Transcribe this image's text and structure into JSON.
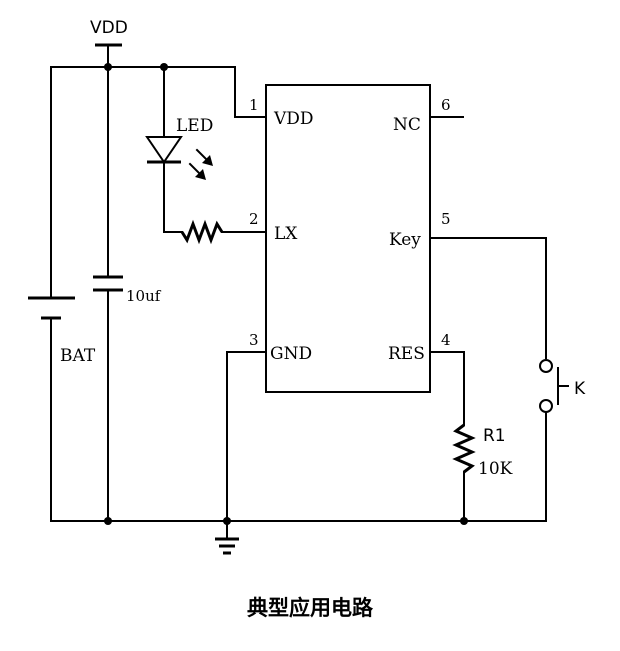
{
  "power": {
    "vdd_label": "VDD"
  },
  "chip": {
    "pins": {
      "p1": {
        "number": "1",
        "name": "VDD"
      },
      "p2": {
        "number": "2",
        "name": "LX"
      },
      "p3": {
        "number": "3",
        "name": "GND"
      },
      "p4": {
        "number": "4",
        "name": "RES"
      },
      "p5": {
        "number": "5",
        "name": "Key"
      },
      "p6": {
        "number": "6",
        "name": "NC"
      }
    }
  },
  "components": {
    "led_label": "LED",
    "cap_label": "10uf",
    "battery_label": "BAT",
    "resistor_name": "R1",
    "resistor_value": "10K",
    "key_label": "K"
  },
  "caption": "典型应用电路"
}
